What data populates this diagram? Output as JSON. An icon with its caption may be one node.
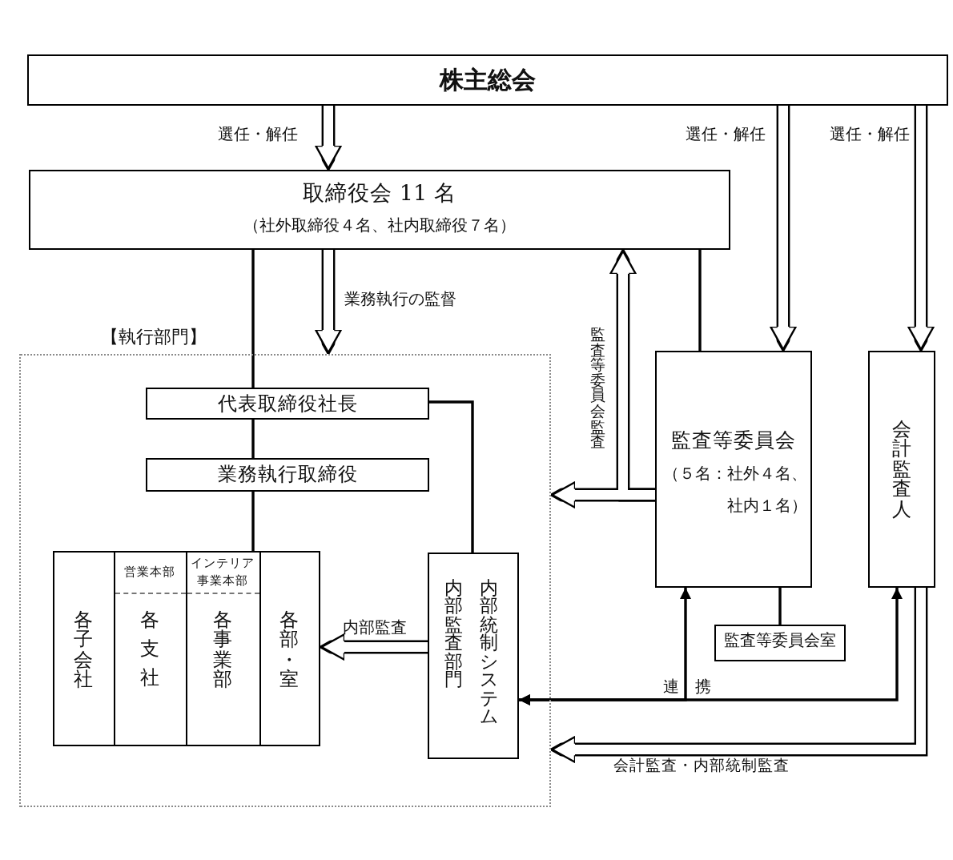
{
  "diagram": {
    "nodes": [
      {
        "text": [
          "株主総会"
        ]
      },
      {
        "text": [
          "取締役会 11 名",
          "（社外取締役４名、社内取締役７名）"
        ]
      },
      {
        "text": [
          "監査等委員会",
          "（５名：社外４名、社内１名）"
        ]
      },
      {
        "text": [
          "会計監査人"
        ]
      },
      {
        "text": [
          "監査等委員会室"
        ]
      },
      {
        "text": [
          "【執行部門】"
        ]
      },
      {
        "text": [
          "代表取締役社長"
        ],
        "in": 5
      },
      {
        "text": [
          "業務執行取締役"
        ],
        "in": 5
      },
      {
        "text": [],
        "shape": "box",
        "in": 5
      },
      {
        "text": [
          "各子会社"
        ],
        "in": 8
      },
      {
        "text": [
          "営業本部",
          "各支社"
        ],
        "in": 8
      },
      {
        "text": [
          "インテリア事業本部",
          "各事業部"
        ],
        "in": 8
      },
      {
        "text": [
          "各部・室"
        ],
        "in": 8
      },
      {
        "text": [
          "内部監査部門",
          "内部統制システム"
        ],
        "in": 5
      }
    ],
    "edges": [
      {
        "from": 0,
        "to": 1,
        "arrow": "to",
        "style": "thick",
        "label": "選任・解任"
      },
      {
        "from": 0,
        "to": 2,
        "arrow": "to",
        "style": "thick",
        "label": "選任・解任"
      },
      {
        "from": 0,
        "to": 3,
        "arrow": "to",
        "style": "thick",
        "label": "選任・解任"
      },
      {
        "from": 1,
        "to": 6,
        "arrow": "none"
      },
      {
        "from": 1,
        "to": 5,
        "arrow": "to",
        "style": "thick",
        "label": "業務執行の監督"
      },
      {
        "from": 1,
        "to": 2,
        "arrow": "none"
      },
      {
        "from": 2,
        "to": 1,
        "arrow": "to",
        "style": "thick",
        "label": "監査等委員会監査"
      },
      {
        "from": 2,
        "to": 5,
        "arrow": "to",
        "style": "thick"
      },
      {
        "from": 6,
        "to": 7,
        "arrow": "none"
      },
      {
        "from": 7,
        "to": 8,
        "arrow": "none"
      },
      {
        "from": 6,
        "to": 13,
        "arrow": "none"
      },
      {
        "from": 13,
        "to": 8,
        "arrow": "to",
        "style": "thick",
        "label": "内部監査"
      },
      {
        "from": 2,
        "to": 13,
        "arrow": "both",
        "label": "連　携"
      },
      {
        "from": 3,
        "to": 13,
        "arrow": "both"
      },
      {
        "from": 3,
        "to": 5,
        "arrow": "to",
        "style": "thick",
        "label": "会計監査・内部統制監査"
      },
      {
        "from": 2,
        "to": 4,
        "arrow": "none"
      }
    ]
  }
}
